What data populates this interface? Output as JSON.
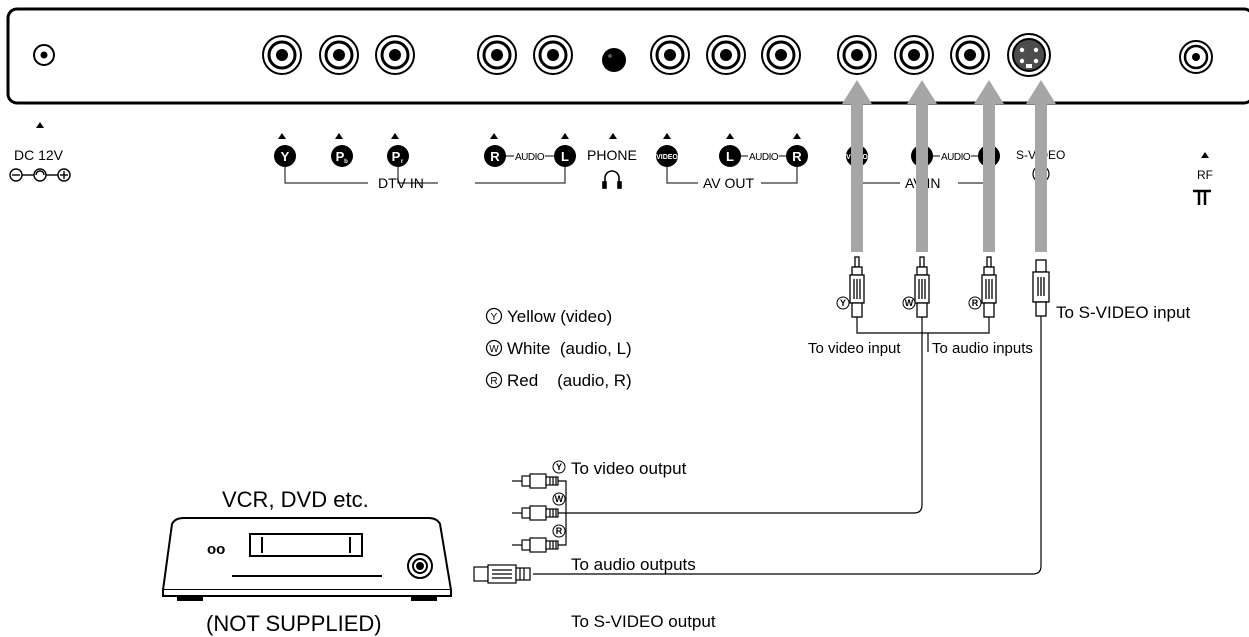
{
  "panel": {
    "dc": "DC 12V",
    "dtv_in": "DTV IN",
    "audio": "AUDIO",
    "phone": "PHONE",
    "av_out": "AV OUT",
    "av_in": "AV IN",
    "s_video": "S-VIDEO",
    "rf": "RF",
    "letters": {
      "y": "Y",
      "pb": "P",
      "pb_sub": "b",
      "pr": "P",
      "pr_sub": "r",
      "r": "R",
      "l": "L",
      "video": "VIDEO"
    }
  },
  "legend": {
    "yellow_mark": "Y",
    "yellow": "Yellow (video)",
    "white_mark": "W",
    "white": "White  (audio, L)",
    "red_mark": "R",
    "red": "Red    (audio, R)"
  },
  "labels": {
    "to_video_input": "To video input",
    "to_audio_inputs": "To audio inputs",
    "to_svideo_input": "To S-VIDEO input",
    "to_video_output": "To video output",
    "to_audio_outputs": "To audio outputs",
    "to_svideo_output": "To S-VIDEO output"
  },
  "device": {
    "title": "VCR, DVD etc.",
    "note": "(NOT SUPPLIED)",
    "led": "oo"
  },
  "colors": {
    "arrow": "#a6a6a6",
    "ink": "#000000",
    "background": "#ffffff"
  }
}
